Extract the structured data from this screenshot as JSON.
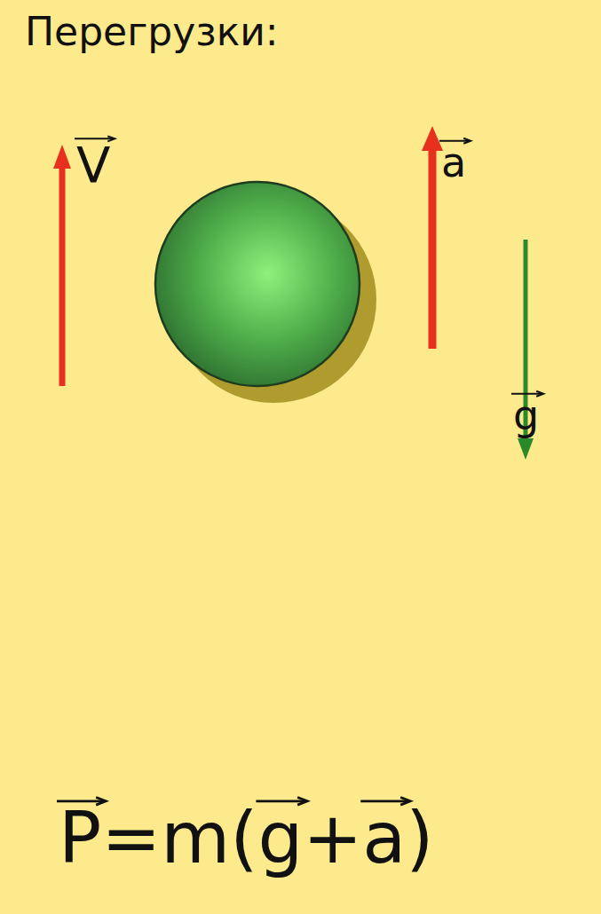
{
  "diagram": {
    "title": "Перегрузки:",
    "labels": [
      "V",
      "a",
      "g",
      "P=m(g+a)"
    ]
  }
}
